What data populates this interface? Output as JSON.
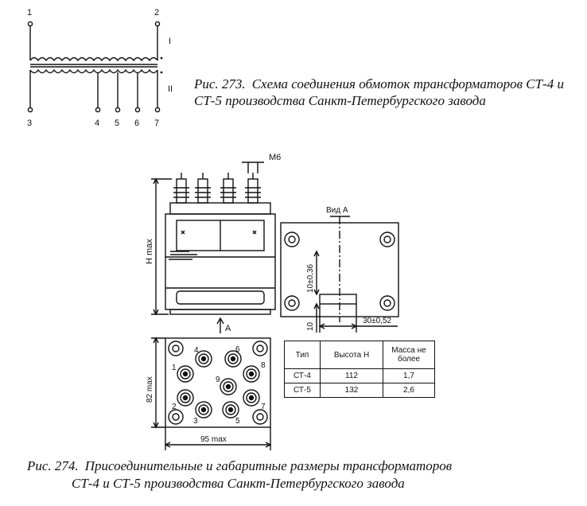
{
  "fig273": {
    "pins_top": [
      "1",
      "2"
    ],
    "pins_bottom": [
      "3",
      "4",
      "5",
      "6",
      "7"
    ],
    "winding_primary": "I",
    "winding_secondary": "II",
    "caption_prefix": "Рис. 273.",
    "caption_text": "Схема соединения обмоток трансформаторов СТ-4 и СТ-5 производства Санкт-Петербургского завода"
  },
  "fig274": {
    "label_m6": "М6",
    "label_h_max": "H max",
    "label_view_a": "Вид А",
    "label_arrow_a": "А",
    "dim_10_036": "10±0,36",
    "dim_10": "10",
    "dim_30_052": "30±0,52",
    "dim_82_max": "82 max",
    "dim_95_max": "95 max",
    "terminal_numbers": [
      "1",
      "2",
      "3",
      "4",
      "5",
      "6",
      "7",
      "8",
      "9"
    ],
    "table": {
      "headers": [
        "Тип",
        "Высота Н",
        "Масса не более"
      ],
      "rows": [
        [
          "СТ-4",
          "112",
          "1,7"
        ],
        [
          "СТ-5",
          "132",
          "2,6"
        ]
      ]
    },
    "caption_prefix": "Рис. 274.",
    "caption_line1": "Присоединительные и габаритные размеры трансформаторов",
    "caption_line2": "СТ-4 и СТ-5 производства Санкт-Петербургского завода"
  }
}
